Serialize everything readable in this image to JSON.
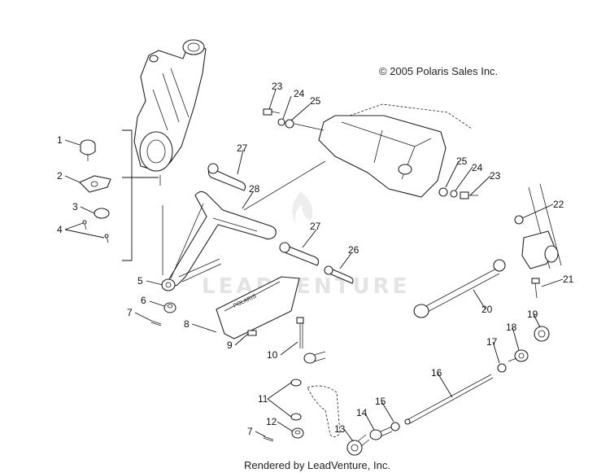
{
  "copyright": "© 2005 Polaris Sales Inc.",
  "footer": "Rendered by LeadVenture, Inc.",
  "watermark": "LEADVENTURE",
  "callouts": [
    "1",
    "2",
    "3",
    "4",
    "5",
    "6",
    "7",
    "8",
    "9",
    "10",
    "11",
    "12",
    "7",
    "13",
    "14",
    "15",
    "16",
    "17",
    "18",
    "19",
    "20",
    "21",
    "22",
    "23",
    "24",
    "25",
    "25",
    "24",
    "23",
    "26",
    "27",
    "27",
    "28"
  ]
}
